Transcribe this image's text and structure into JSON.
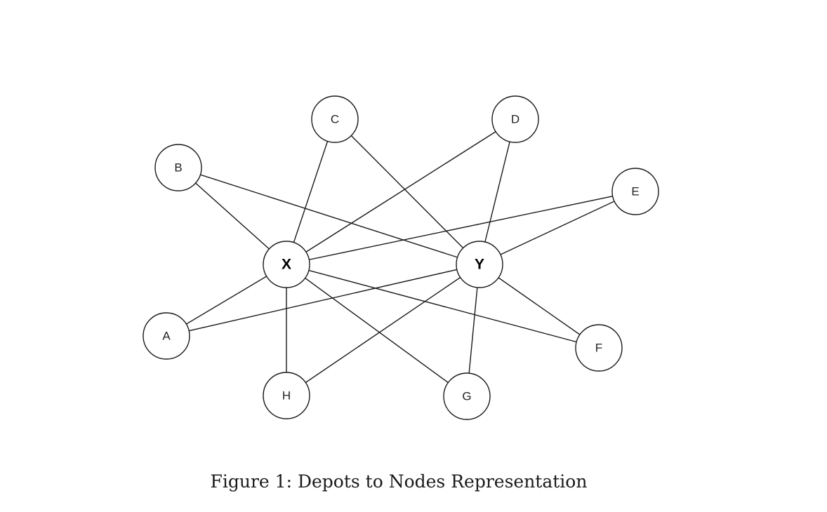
{
  "figure": {
    "caption": "Figure 1: Depots to Nodes Representation"
  },
  "graph": {
    "nodes": [
      {
        "id": "X",
        "label": "X",
        "depot": true
      },
      {
        "id": "Y",
        "label": "Y",
        "depot": true
      },
      {
        "id": "A",
        "label": "A",
        "depot": false
      },
      {
        "id": "B",
        "label": "B",
        "depot": false
      },
      {
        "id": "C",
        "label": "C",
        "depot": false
      },
      {
        "id": "D",
        "label": "D",
        "depot": false
      },
      {
        "id": "E",
        "label": "E",
        "depot": false
      },
      {
        "id": "F",
        "label": "F",
        "depot": false
      },
      {
        "id": "G",
        "label": "G",
        "depot": false
      },
      {
        "id": "H",
        "label": "H",
        "depot": false
      }
    ],
    "edges": [
      {
        "from": "X",
        "to": "A"
      },
      {
        "from": "X",
        "to": "B"
      },
      {
        "from": "X",
        "to": "C"
      },
      {
        "from": "X",
        "to": "D"
      },
      {
        "from": "X",
        "to": "E"
      },
      {
        "from": "X",
        "to": "F"
      },
      {
        "from": "X",
        "to": "G"
      },
      {
        "from": "X",
        "to": "H"
      },
      {
        "from": "Y",
        "to": "A"
      },
      {
        "from": "Y",
        "to": "B"
      },
      {
        "from": "Y",
        "to": "C"
      },
      {
        "from": "Y",
        "to": "D"
      },
      {
        "from": "Y",
        "to": "E"
      },
      {
        "from": "Y",
        "to": "F"
      },
      {
        "from": "Y",
        "to": "G"
      },
      {
        "from": "Y",
        "to": "H"
      }
    ]
  }
}
